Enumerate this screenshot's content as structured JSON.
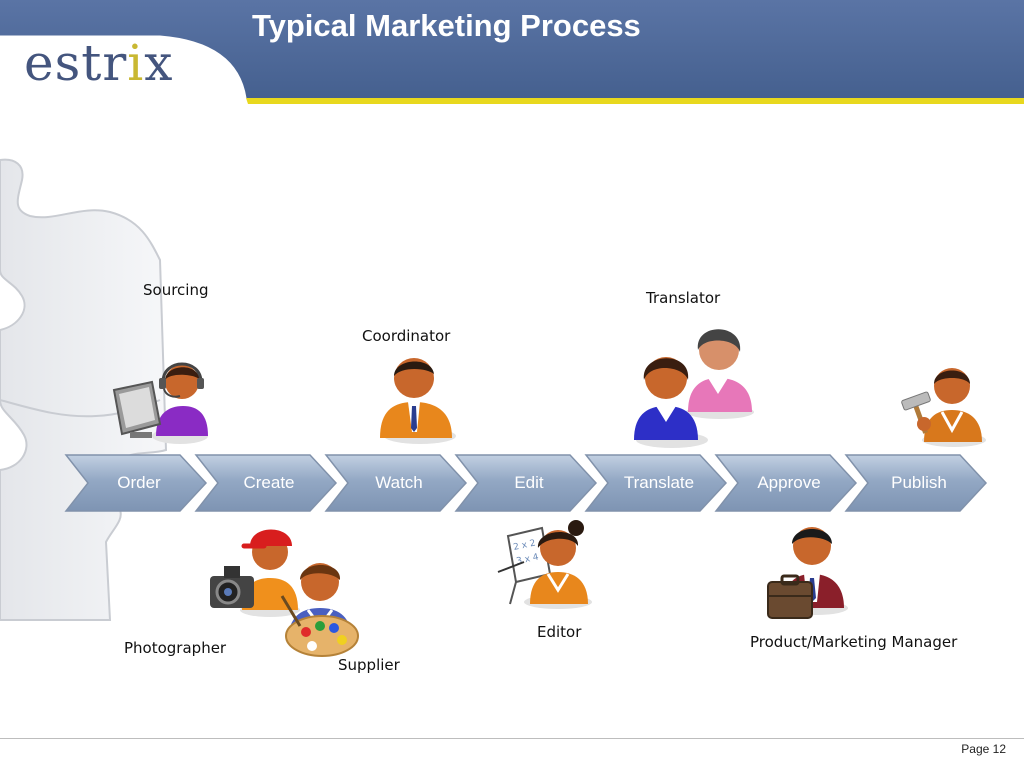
{
  "header": {
    "title": "Typical Marketing Process",
    "logo_text_pre": "estr",
    "logo_text_accent": "i",
    "logo_text_post": "x",
    "band_color": "#4e6899",
    "stripe_color": "#e8d81e",
    "logo_color": "#44557e"
  },
  "process": {
    "steps": [
      "Order",
      "Create",
      "Watch",
      "Edit",
      "Translate",
      "Approve",
      "Publish"
    ],
    "arrow_color": "#9aaec8"
  },
  "roles": {
    "sourcing": "Sourcing",
    "coordinator": "Coordinator",
    "translator": "Translator",
    "photographer": "Photographer",
    "supplier": "Supplier",
    "editor": "Editor",
    "manager": "Product/Marketing Manager"
  },
  "editor_board": {
    "line1": "2 x 2",
    "line2": "3 x 4"
  },
  "footer": {
    "page": "Page 12"
  }
}
